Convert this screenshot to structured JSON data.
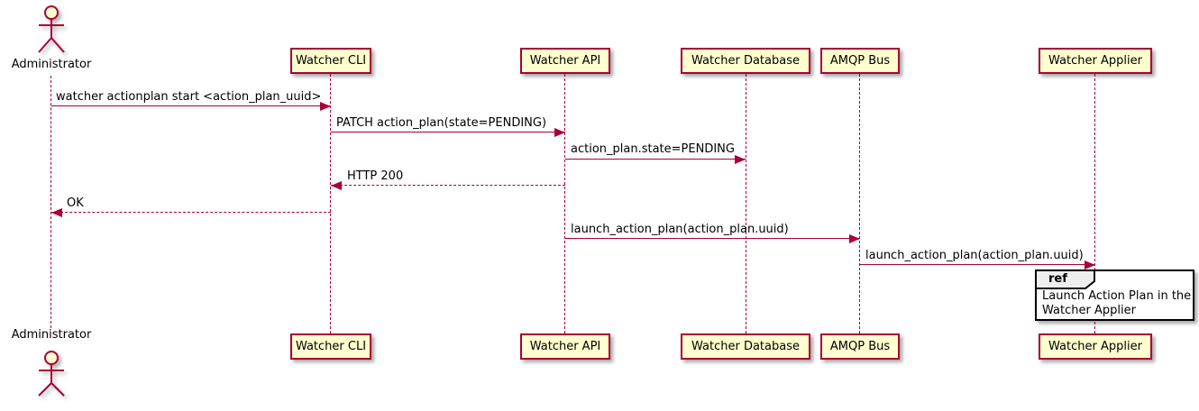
{
  "diagram": {
    "type": "sequence",
    "actor": {
      "label": "Administrator"
    },
    "participants": [
      {
        "label": "Watcher CLI"
      },
      {
        "label": "Watcher API"
      },
      {
        "label": "Watcher Database"
      },
      {
        "label": "AMQP Bus"
      },
      {
        "label": "Watcher Applier"
      }
    ],
    "messages": [
      {
        "from": "Administrator",
        "to": "Watcher CLI",
        "style": "solid",
        "text": "watcher actionplan start <action_plan_uuid>"
      },
      {
        "from": "Watcher CLI",
        "to": "Watcher API",
        "style": "solid",
        "text": "PATCH action_plan(state=PENDING)"
      },
      {
        "from": "Watcher API",
        "to": "Watcher Database",
        "style": "solid",
        "text": "action_plan.state=PENDING"
      },
      {
        "from": "Watcher API",
        "to": "Watcher CLI",
        "style": "dashed",
        "text": "HTTP 200"
      },
      {
        "from": "Watcher CLI",
        "to": "Administrator",
        "style": "dashed",
        "text": "OK"
      },
      {
        "from": "Watcher API",
        "to": "AMQP Bus",
        "style": "solid",
        "text": "launch_action_plan(action_plan.uuid)"
      },
      {
        "from": "AMQP Bus",
        "to": "Watcher Applier",
        "style": "solid",
        "text": "launch_action_plan(action_plan.uuid)"
      }
    ],
    "ref": {
      "keyword": "ref",
      "lines": [
        "Launch Action Plan in the",
        "Watcher Applier"
      ]
    },
    "colors": {
      "line": "#A80036",
      "participant_fill": "#FEFECE",
      "ref_tab_fill": "#EEEEEE",
      "ref_border": "#000000",
      "text": "#000000",
      "background": "#FFFFFF"
    }
  }
}
